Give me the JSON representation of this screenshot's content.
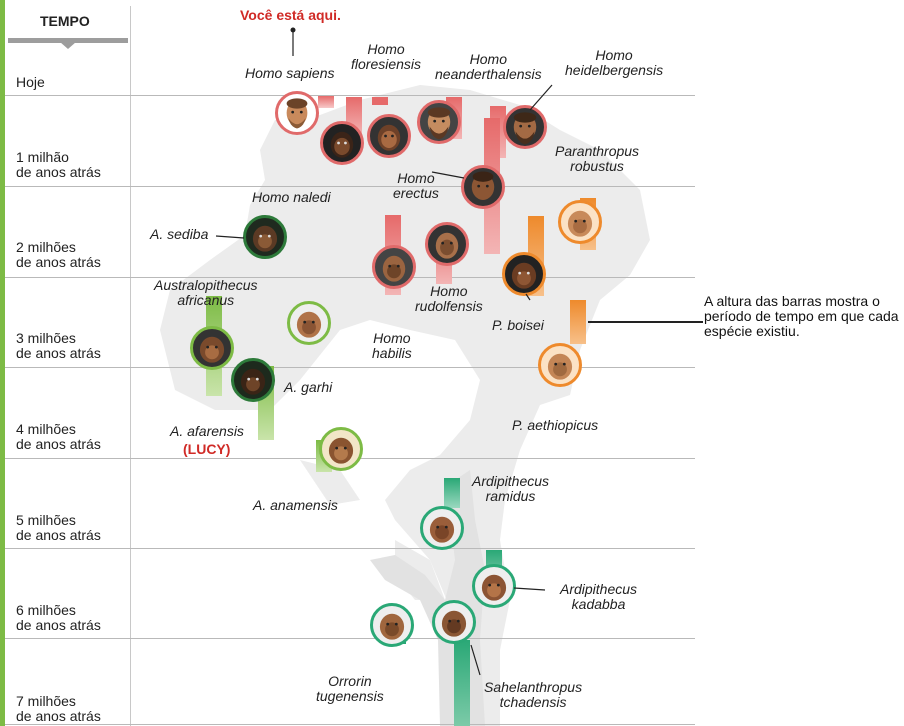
{
  "header": {
    "time_title": "TEMPO",
    "you_are_here": "Você está aqui."
  },
  "time_rows": [
    {
      "line1": "Hoje",
      "line2": ""
    },
    {
      "line1": "1 milhão",
      "line2": "de anos atrás"
    },
    {
      "line1": "2 milhões",
      "line2": "de anos atrás"
    },
    {
      "line1": "3 milhões",
      "line2": "de anos atrás"
    },
    {
      "line1": "4 milhões",
      "line2": "de anos atrás"
    },
    {
      "line1": "5 milhões",
      "line2": "de anos atrás"
    },
    {
      "line1": "6 milhões",
      "line2": "de anos atrás"
    },
    {
      "line1": "7 milhões",
      "line2": "de anos atrás"
    }
  ],
  "species": {
    "homo_sapiens": "Homo sapiens",
    "homo_floresiensis": "Homo\nfloresiensis",
    "homo_neanderthalensis": "Homo\nneanderthalensis",
    "homo_heidelbergensis": "Homo\nheidelbergensis",
    "homo_naledi": "Homo naledi",
    "homo_erectus": "Homo\nerectus",
    "paranthropus_robustus": "Paranthropus\nrobustus",
    "a_sediba": "A. sediba",
    "australopithecus_africanus": "Australopithecus\nafricanus",
    "homo_rudolfensis": "Homo\nrudolfensis",
    "homo_habilis": "Homo\nhabilis",
    "p_boisei": "P. boisei",
    "a_garhi": "A. garhi",
    "a_afarensis": "A. afarensis",
    "lucy": "(LUCY)",
    "p_aethiopicus": "P. aethiopicus",
    "a_anamensis": "A. anamensis",
    "ardipithecus_ramidus": "Ardipithecus\nramidus",
    "ardipithecus_kadabba": "Ardipithecus\nkadabba",
    "orrorin_tugenensis": "Orrorin\ntugenensis",
    "sahelanthropus_tchadensis": "Sahelanthropus\ntchadensis"
  },
  "callout": "A altura das barras mostra o período de tempo em que cada espécie existiu.",
  "colors": {
    "homo": "#e66a6a",
    "paranthropus": "#ee8a2c",
    "australopithecus": "#7dbb45",
    "ardipithecus": "#2aa876",
    "accent_red": "#d02a26"
  }
}
